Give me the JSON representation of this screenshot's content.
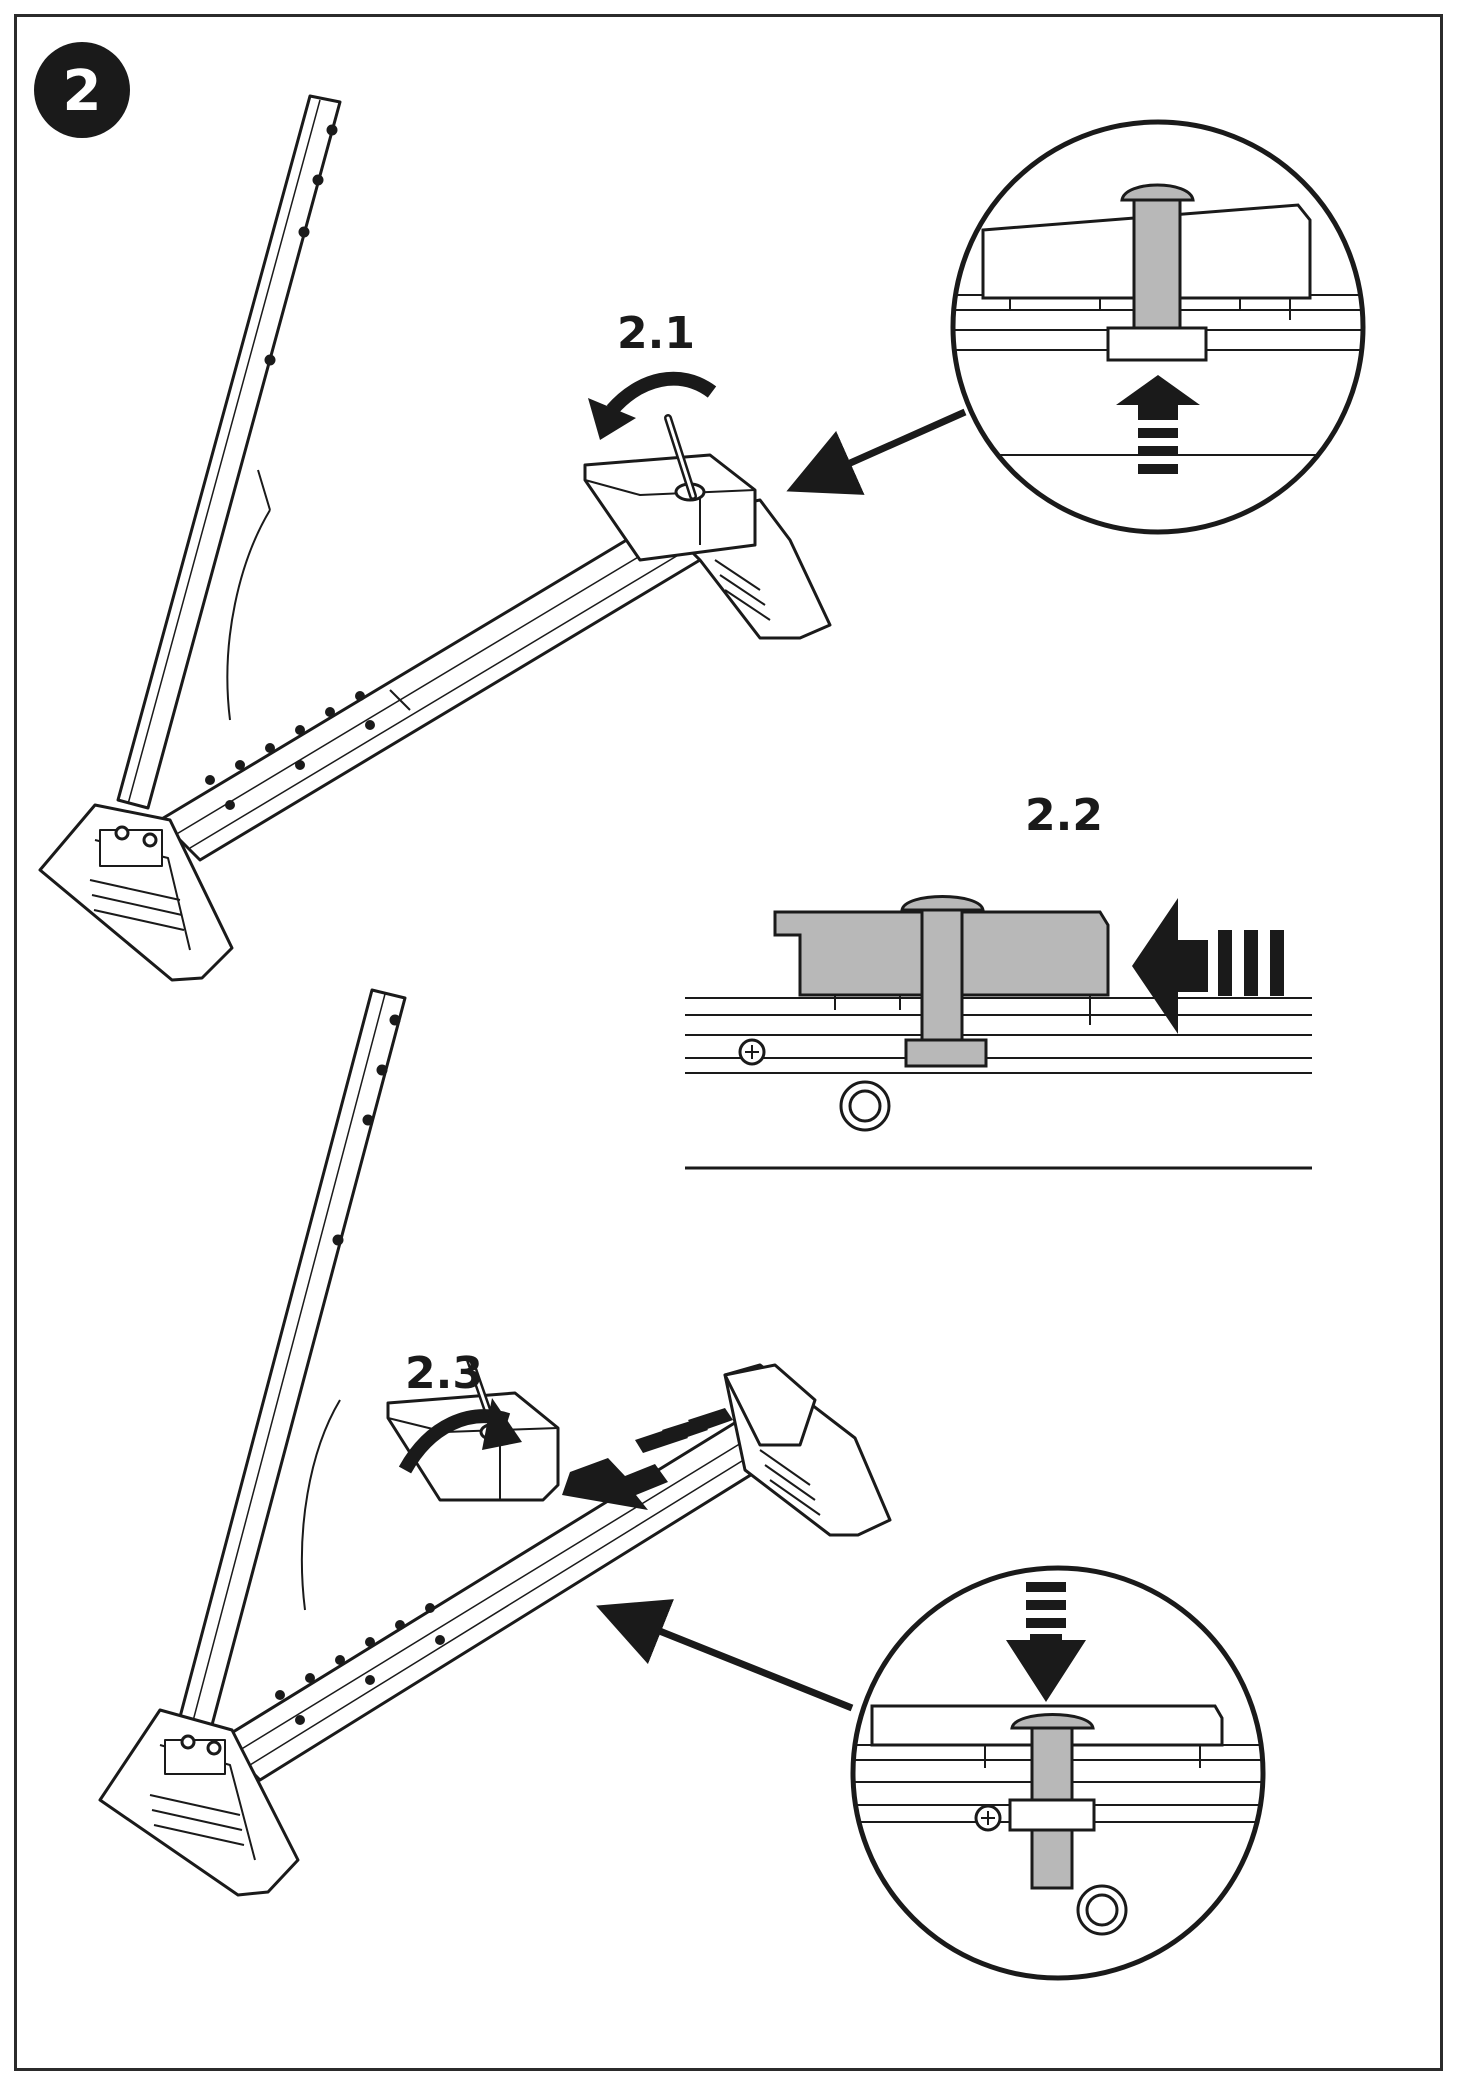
{
  "step": {
    "number": "2"
  },
  "substeps": [
    {
      "id": "2.1",
      "label": "2.1"
    },
    {
      "id": "2.2",
      "label": "2.2"
    },
    {
      "id": "2.3",
      "label": "2.3"
    }
  ],
  "colors": {
    "line": "#1a1a1a",
    "part_fill": "#ffffff",
    "bracket_fill": "#b8b8b8",
    "badge_fill": "#1a1a1a",
    "badge_text": "#ffffff"
  },
  "icons": [
    "rotate-arrow-icon",
    "push-up-arrow-icon",
    "push-left-arrow-icon",
    "push-down-arrow-icon",
    "pointer-arrow-icon"
  ]
}
